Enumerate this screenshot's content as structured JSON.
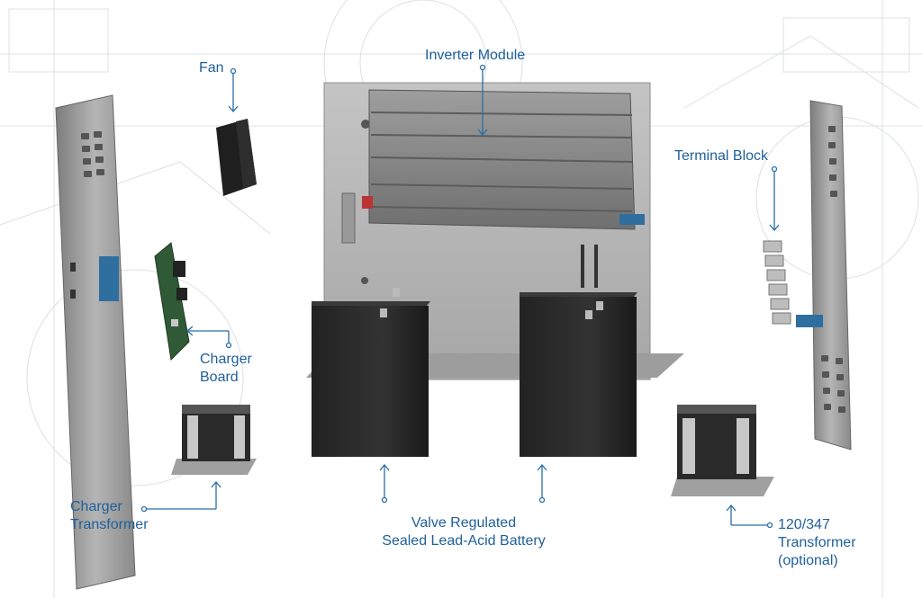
{
  "diagram": {
    "labels": {
      "fan": "Fan",
      "inverter_module": "Inverter Module",
      "terminal_block": "Terminal Block",
      "charger_board": [
        "Charger",
        "Board"
      ],
      "charger_transformer": [
        "Charger",
        "Transformer"
      ],
      "battery": [
        "Valve Regulated",
        "Sealed Lead-Acid Battery"
      ],
      "transformer_120_347": [
        "120/347",
        "Transformer",
        "(optional)"
      ]
    },
    "colors": {
      "label": "#1f5f9a",
      "leader": "#2a6ea8",
      "panel": "#9a9a9a",
      "backplate": "#b3b3b3",
      "battery": "#2b2b2b",
      "inverter": "#8a8a8a",
      "terminal_blue": "#2f6fa0"
    }
  }
}
